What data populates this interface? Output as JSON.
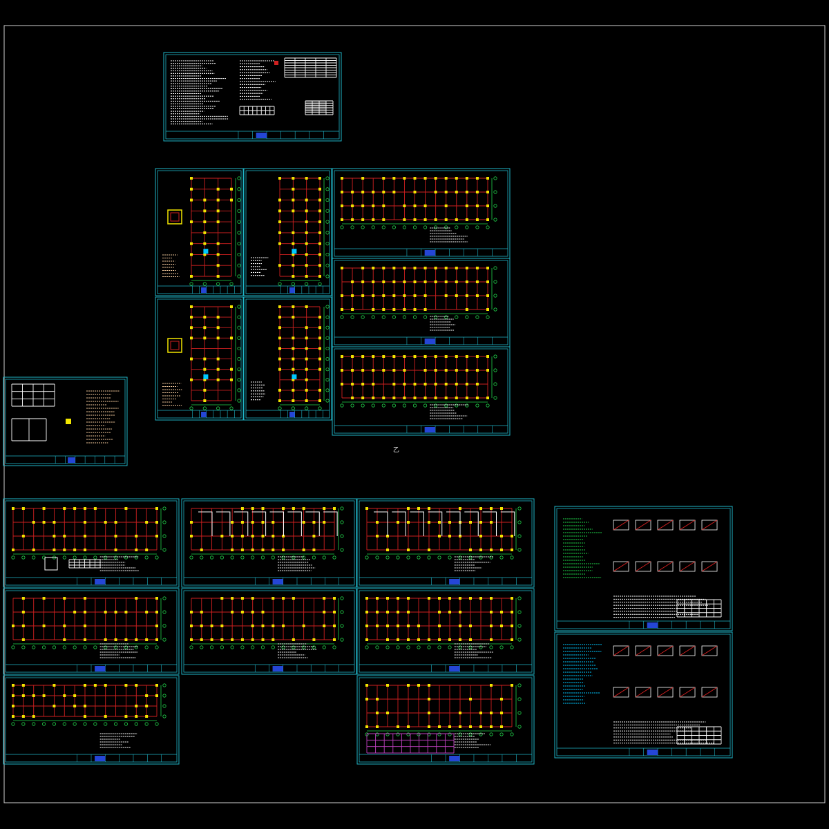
{
  "canvas": {
    "background": "#000000",
    "frame_color": "#1fb6c9"
  },
  "label": "乙",
  "colors": {
    "frame": "#1fb6c9",
    "grid": "#d02020",
    "axis": "#21d44a",
    "column": "#f2e600",
    "text": "#ffffff",
    "note": "#f2c79a",
    "title_block": "#2546d6",
    "highlight": "#00c8ff"
  },
  "sheets": [
    {
      "id": "general-notes",
      "kind": "notes"
    },
    {
      "id": "tall-plan-1",
      "kind": "tall"
    },
    {
      "id": "tall-plan-2",
      "kind": "tall"
    },
    {
      "id": "tall-plan-3",
      "kind": "tall"
    },
    {
      "id": "tall-plan-4",
      "kind": "tall"
    },
    {
      "id": "wide-plan-1",
      "kind": "wide"
    },
    {
      "id": "wide-plan-2",
      "kind": "wide"
    },
    {
      "id": "wide-plan-3",
      "kind": "wide"
    },
    {
      "id": "small-detail",
      "kind": "small"
    },
    {
      "id": "foundation-plan",
      "kind": "wide"
    },
    {
      "id": "beam-plan-1",
      "kind": "wide"
    },
    {
      "id": "beam-plan-2",
      "kind": "wide"
    },
    {
      "id": "column-plan-1",
      "kind": "wide"
    },
    {
      "id": "column-plan-2",
      "kind": "wide"
    },
    {
      "id": "column-plan-3",
      "kind": "wide"
    },
    {
      "id": "roof-plan",
      "kind": "wide"
    },
    {
      "id": "stair-plan",
      "kind": "wide"
    },
    {
      "id": "details-1",
      "kind": "details"
    },
    {
      "id": "details-2",
      "kind": "details"
    }
  ]
}
